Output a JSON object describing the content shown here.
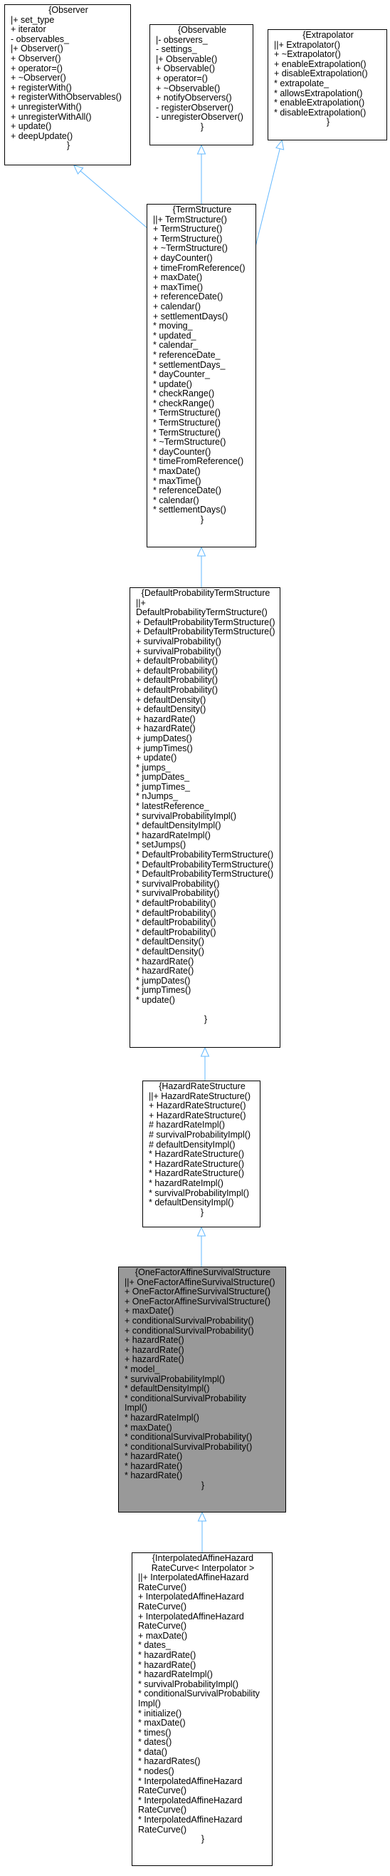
{
  "diagram": {
    "edge_color": "#63b8ff",
    "current_fill": "#999999",
    "nodes": [
      {
        "id": "observer",
        "title": "{Observer",
        "members": [
          "|+ set_type",
          "+ iterator",
          "- observables_",
          "|+ Observer()",
          "+ Observer()",
          "+ operator=()",
          "+ ~Observer()",
          "+ registerWith()",
          "+ registerWithObservables()",
          "+ unregisterWith()",
          "+ unregisterWithAll()",
          "+ update()",
          "+ deepUpdate()"
        ],
        "close": "}"
      },
      {
        "id": "observable",
        "title": "{Observable",
        "members": [
          "|- observers_",
          "- settings_",
          "|+ Observable()",
          "+ Observable()",
          "+ operator=()",
          "+ ~Observable()",
          "+ notifyObservers()",
          "- registerObserver()",
          "- unregisterObserver()"
        ],
        "close": "}"
      },
      {
        "id": "extrapolator",
        "title": "{Extrapolator",
        "members": [
          "||+ Extrapolator()",
          "+ ~Extrapolator()",
          "+ enableExtrapolation()",
          "+ disableExtrapolation()",
          "* extrapolate_",
          "* allowsExtrapolation()",
          "* enableExtrapolation()",
          "* disableExtrapolation()"
        ],
        "close": "}"
      },
      {
        "id": "termstructure",
        "title": "{TermStructure",
        "members": [
          "||+ TermStructure()",
          "+ TermStructure()",
          "+ TermStructure()",
          "+ ~TermStructure()",
          "+ dayCounter()",
          "+ timeFromReference()",
          "+ maxDate()",
          "+ maxTime()",
          "+ referenceDate()",
          "+ calendar()",
          "+ settlementDays()",
          "* moving_",
          "* updated_",
          "* calendar_",
          "* referenceDate_",
          "* settlementDays_",
          "* dayCounter_",
          "* update()",
          "* checkRange()",
          "* checkRange()",
          "* TermStructure()",
          "* TermStructure()",
          "* TermStructure()",
          "* ~TermStructure()",
          "* dayCounter()",
          "* timeFromReference()",
          "* maxDate()",
          "* maxTime()",
          "* referenceDate()",
          "* calendar()",
          "* settlementDays()"
        ],
        "close": "}"
      },
      {
        "id": "defaultprob",
        "title": "{DefaultProbabilityTermStructure",
        "members": [
          "||+ DefaultProbabilityTermStructure()",
          "+ DefaultProbabilityTermStructure()",
          "+ DefaultProbabilityTermStructure()",
          "+ survivalProbability()",
          "+ survivalProbability()",
          "+ defaultProbability()",
          "+ defaultProbability()",
          "+ defaultProbability()",
          "+ defaultProbability()",
          "+ defaultDensity()",
          "+ defaultDensity()",
          "+ hazardRate()",
          "+ hazardRate()",
          "+ jumpDates()",
          "+ jumpTimes()",
          "+ update()",
          "* jumps_",
          "* jumpDates_",
          "* jumpTimes_",
          "* nJumps_",
          "* latestReference_",
          "* survivalProbabilityImpl()",
          "* defaultDensityImpl()",
          "* hazardRateImpl()",
          "* setJumps()",
          "* DefaultProbabilityTermStructure()",
          "* DefaultProbabilityTermStructure()",
          "* DefaultProbabilityTermStructure()",
          "* survivalProbability()",
          "* survivalProbability()",
          "* defaultProbability()",
          "* defaultProbability()",
          "* defaultProbability()",
          "* defaultProbability()",
          "* defaultDensity()",
          "* defaultDensity()",
          "* hazardRate()",
          "* hazardRate()",
          "* jumpDates()",
          "* jumpTimes()",
          "* update()",
          ""
        ],
        "close": "}"
      },
      {
        "id": "hazardrate",
        "title": "{HazardRateStructure",
        "members": [
          "||+ HazardRateStructure()",
          "+ HazardRateStructure()",
          "+ HazardRateStructure()",
          "# hazardRateImpl()",
          "# survivalProbabilityImpl()",
          "# defaultDensityImpl()",
          "* HazardRateStructure()",
          "* HazardRateStructure()",
          "* HazardRateStructure()",
          "* hazardRateImpl()",
          "* survivalProbabilityImpl()",
          "* defaultDensityImpl()"
        ],
        "close": "}"
      },
      {
        "id": "onefactor",
        "title": "{OneFactorAffineSurvivalStructure",
        "members": [
          "||+ OneFactorAffineSurvivalStructure()",
          "+ OneFactorAffineSurvivalStructure()",
          "+ OneFactorAffineSurvivalStructure()",
          "+ maxDate()",
          "+ conditionalSurvivalProbability()",
          "+ conditionalSurvivalProbability()",
          "+ hazardRate()",
          "+ hazardRate()",
          "+ hazardRate()",
          "* model_",
          "* survivalProbabilityImpl()",
          "* defaultDensityImpl()",
          "* conditionalSurvivalProbability\nImpl()",
          "* hazardRateImpl()",
          "* maxDate()",
          "* conditionalSurvivalProbability()",
          "* conditionalSurvivalProbability()",
          "* hazardRate()",
          "* hazardRate()",
          "* hazardRate()"
        ],
        "close": "}"
      },
      {
        "id": "interpolated",
        "title": "{InterpolatedAffineHazard\nRateCurve< Interpolator >",
        "members": [
          "||+ InterpolatedAffineHazard\nRateCurve()",
          "+ InterpolatedAffineHazard\nRateCurve()",
          "+ InterpolatedAffineHazard\nRateCurve()",
          "+ maxDate()",
          "* dates_",
          "* hazardRate()",
          "* hazardRate()",
          "* hazardRateImpl()",
          "* survivalProbabilityImpl()",
          "* conditionalSurvivalProbability\nImpl()",
          "* initialize()",
          "* maxDate()",
          "* times()",
          "* dates()",
          "* data()",
          "* hazardRates()",
          "* nodes()",
          "* InterpolatedAffineHazard\nRateCurve()",
          "* InterpolatedAffineHazard\nRateCurve()",
          "* InterpolatedAffineHazard\nRateCurve()"
        ],
        "close": "}"
      }
    ]
  }
}
